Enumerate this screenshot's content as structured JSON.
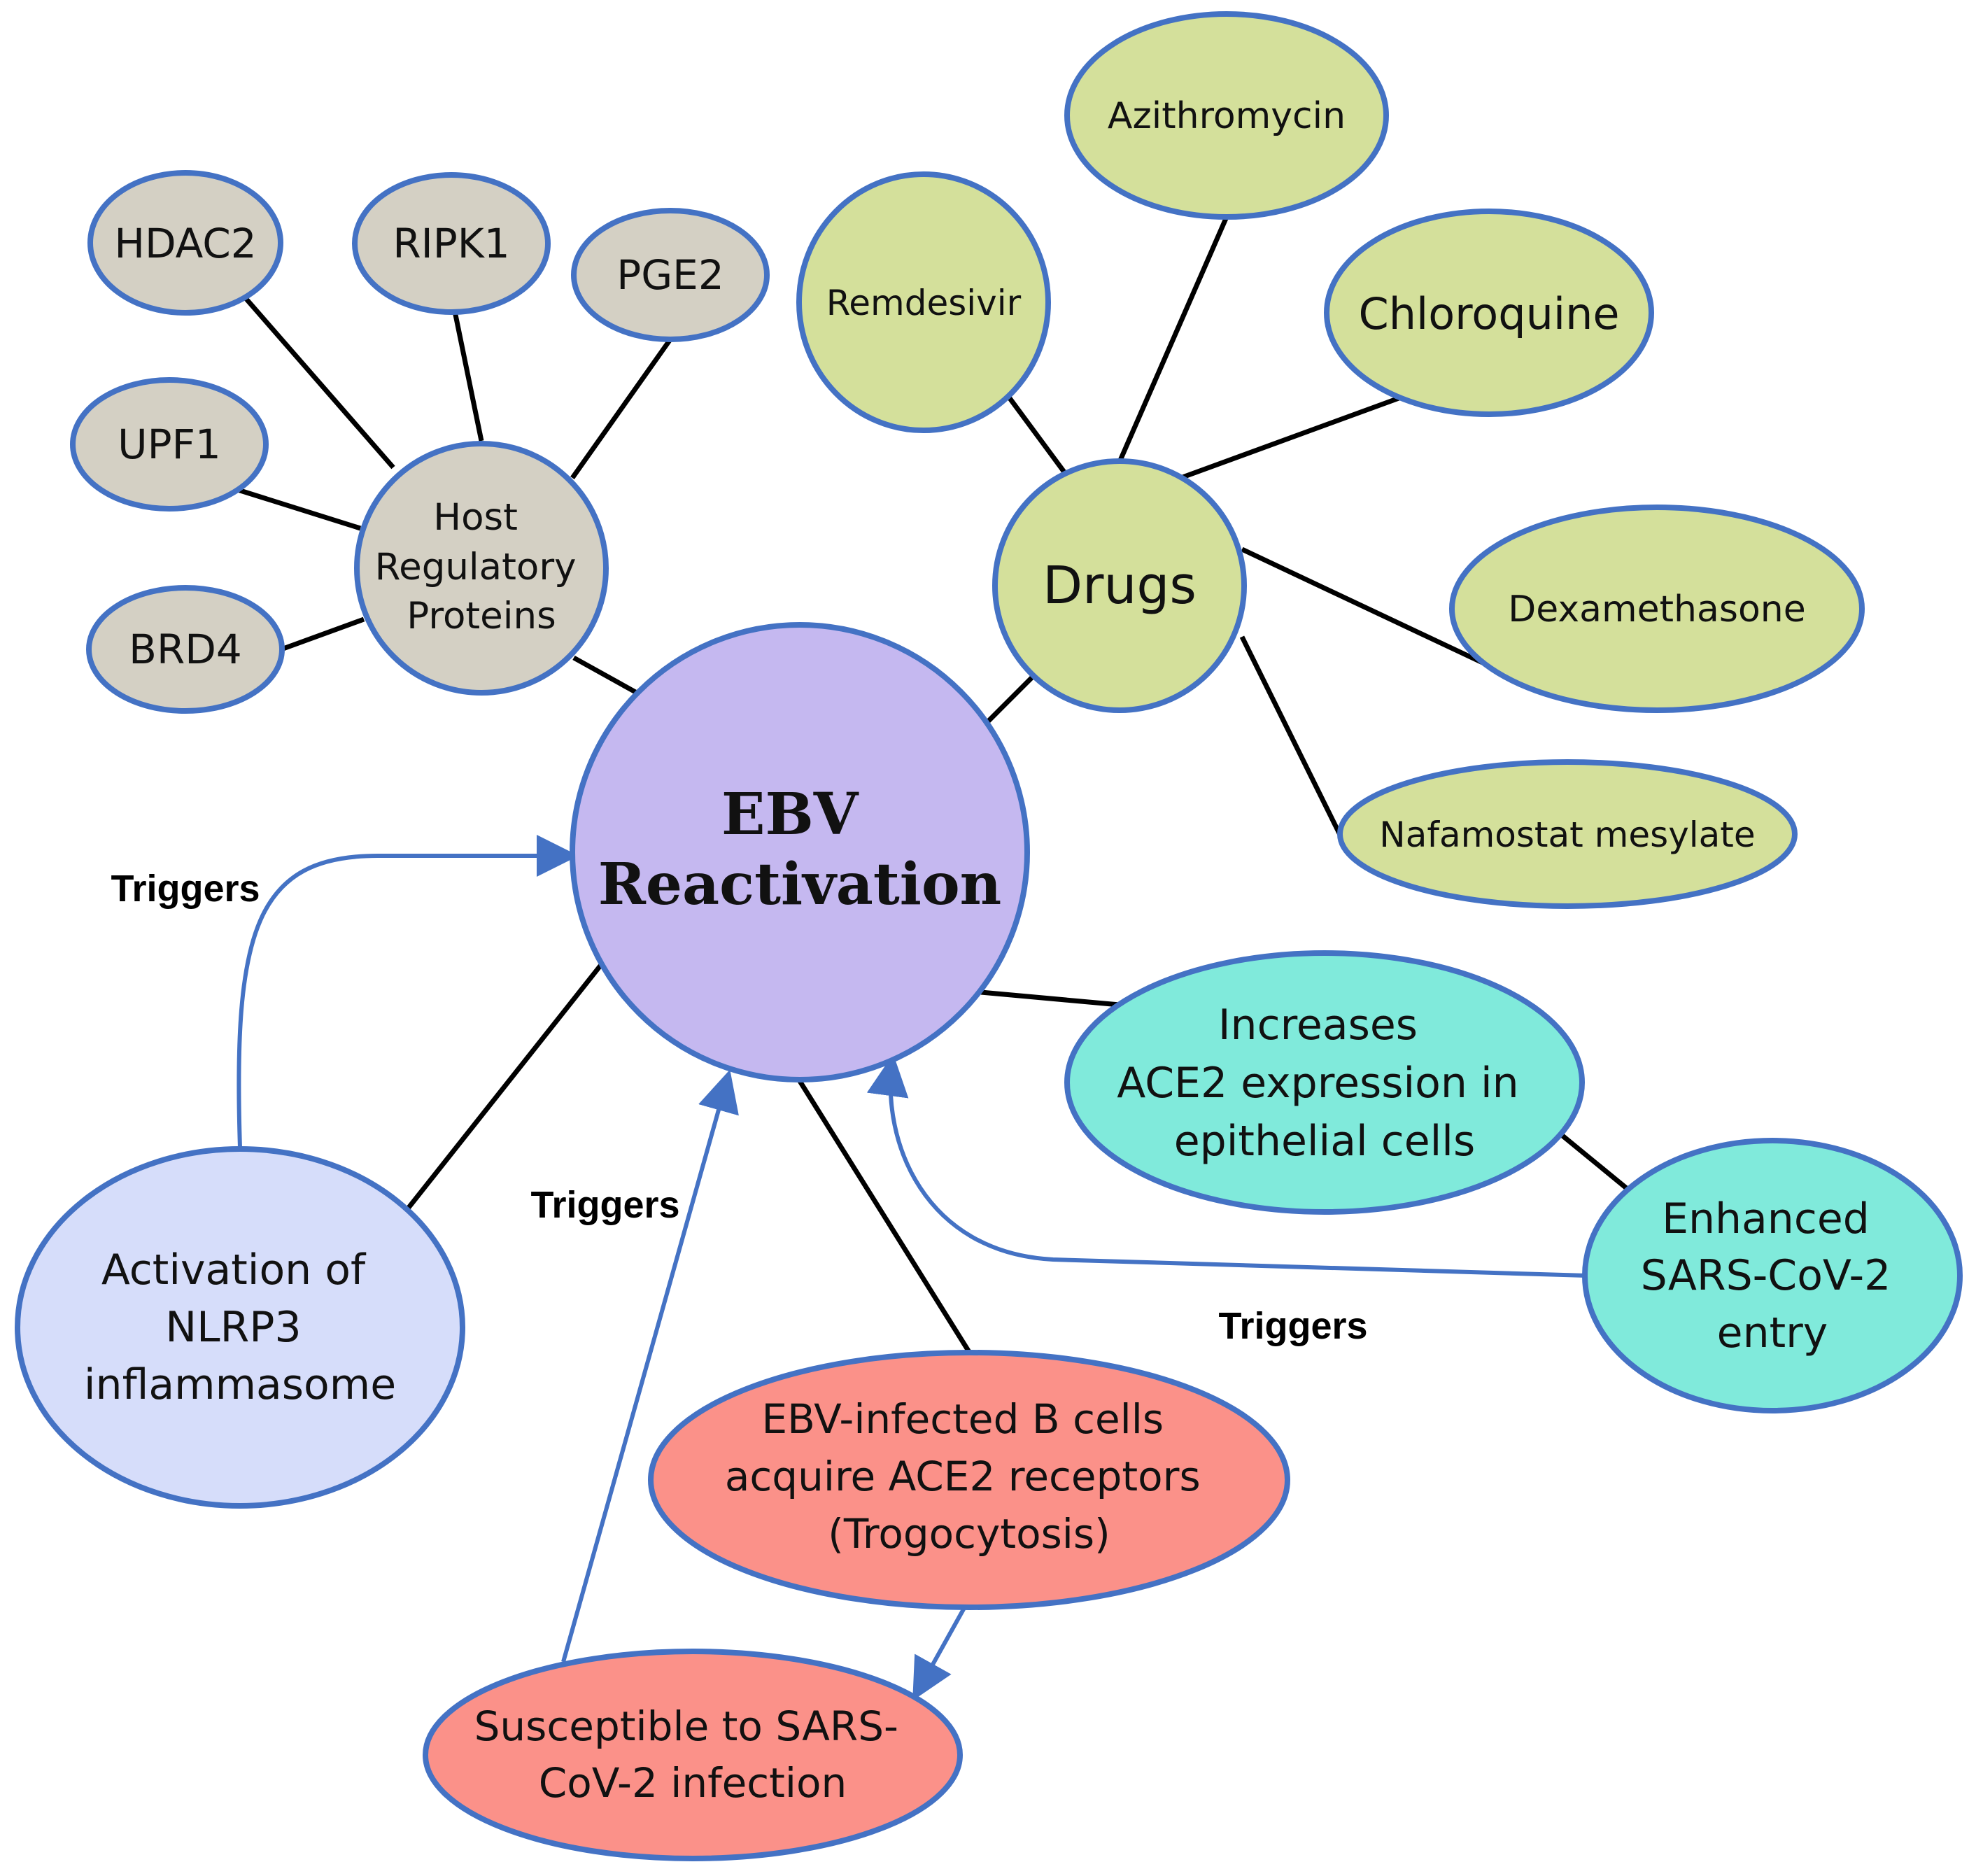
{
  "colors": {
    "outline": "#4472c4",
    "host": "#d4d0c4",
    "drugs": "#d4e09b",
    "center": "#c5b8f0",
    "cyan": "#80eadb",
    "red": "#fb9189",
    "lavender": "#d6ddfa"
  },
  "center": {
    "lines": [
      "EBV",
      "Reactivation"
    ]
  },
  "host_group": {
    "hub": {
      "lines": [
        "Host",
        "Regulatory",
        "Proteins"
      ]
    },
    "items": [
      {
        "id": "hdac2",
        "label": "HDAC2"
      },
      {
        "id": "ripk1",
        "label": "RIPK1"
      },
      {
        "id": "pge2",
        "label": "PGE2"
      },
      {
        "id": "upf1",
        "label": "UPF1"
      },
      {
        "id": "brd4",
        "label": "BRD4"
      }
    ]
  },
  "drug_group": {
    "hub": {
      "label": "Drugs"
    },
    "items": [
      {
        "id": "azithromycin",
        "label": "Azithromycin"
      },
      {
        "id": "remdesivir",
        "label": "Remdesivir"
      },
      {
        "id": "chloroquine",
        "label": "Chloroquine"
      },
      {
        "id": "dexamethasone",
        "label": "Dexamethasone"
      },
      {
        "id": "nafamostat",
        "label": "Nafamostat mesylate"
      }
    ]
  },
  "pathways": {
    "ace2_epithelial": {
      "lines": [
        "Increases",
        "ACE2 expression in",
        "epithelial cells"
      ]
    },
    "enhanced_entry": {
      "lines": [
        "Enhanced",
        "SARS-CoV-2",
        "entry"
      ]
    },
    "b_cells": {
      "lines": [
        "EBV-infected B cells",
        "acquire ACE2 receptors",
        "(Trogocytosis)"
      ]
    },
    "susceptible": {
      "lines": [
        "Susceptible to SARS-",
        "CoV-2 infection"
      ]
    },
    "nlrp3": {
      "lines": [
        "Activation of",
        "NLRP3",
        "inflammasome"
      ]
    }
  },
  "edge_labels": {
    "left": "Triggers",
    "middle": "Triggers",
    "right": "Triggers"
  }
}
